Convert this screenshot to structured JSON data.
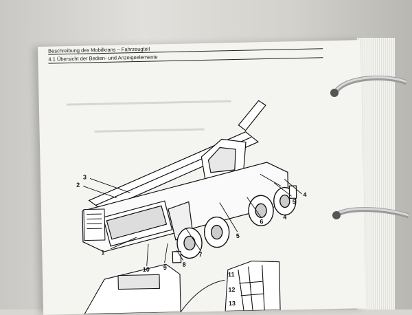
{
  "header": {
    "title": "Beschreibung des Mobilkrans – Fahrzeugteil",
    "section": "4.1 Übersicht der Bedien- und Anzeigeelemente"
  },
  "callouts": [
    "1",
    "2",
    "3",
    "4",
    "4",
    "5",
    "5",
    "6",
    "7",
    "8",
    "9",
    "10",
    "11",
    "12",
    "13"
  ],
  "colors": {
    "paper": "#f4f4f1",
    "ink": "#1a1a1a",
    "ring": "#b8b8b8"
  }
}
